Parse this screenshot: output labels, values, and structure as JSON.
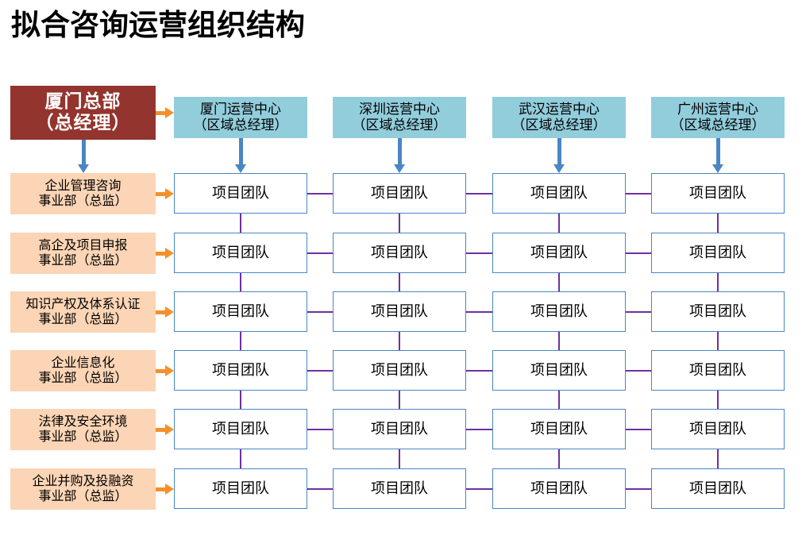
{
  "title": "拟合咨询运营组织结构",
  "headquarters": {
    "line1": "厦门总部",
    "line2": "（总经理）"
  },
  "operation_centers": [
    {
      "line1": "厦门运营中心",
      "line2": "（区域总经理）"
    },
    {
      "line1": "深圳运营中心",
      "line2": "（区域总经理）"
    },
    {
      "line1": "武汉运营中心",
      "line2": "（区域总经理）"
    },
    {
      "line1": "广州运营中心",
      "line2": "（区域总经理）"
    }
  ],
  "departments": [
    {
      "line1": "企业管理咨询",
      "line2": "事业部（总监）"
    },
    {
      "line1": "高企及项目申报",
      "line2": "事业部（总监）"
    },
    {
      "line1": "知识产权及体系认证",
      "line2": "事业部（总监）"
    },
    {
      "line1": "企业信息化",
      "line2": "事业部（总监）"
    },
    {
      "line1": "法律及安全环境",
      "line2": "事业部（总监）"
    },
    {
      "line1": "企业并购及投融资",
      "line2": "事业部（总监）"
    }
  ],
  "team_label": "项目团队",
  "matrix": [
    [
      "项目团队",
      "项目团队",
      "项目团队",
      "项目团队"
    ],
    [
      "项目团队",
      "项目团队",
      "项目团队",
      "项目团队"
    ],
    [
      "项目团队",
      "项目团队",
      "项目团队",
      "项目团队"
    ],
    [
      "项目团队",
      "项目团队",
      "项目团队",
      "项目团队"
    ],
    [
      "项目团队",
      "项目团队",
      "项目团队",
      "项目团队"
    ],
    [
      "项目团队",
      "项目团队",
      "项目团队",
      "项目团队"
    ]
  ],
  "colors": {
    "headquarters_fill": "#93352E",
    "center_fill": "#92CDDC",
    "department_fill": "#FBD5B5",
    "team_border": "#4A86C5",
    "connector": "#7030A0",
    "arrow_down": "#4A86C5",
    "arrow_right": "#F4902B",
    "title_text": "#000000",
    "background": "#FFFFFF"
  }
}
